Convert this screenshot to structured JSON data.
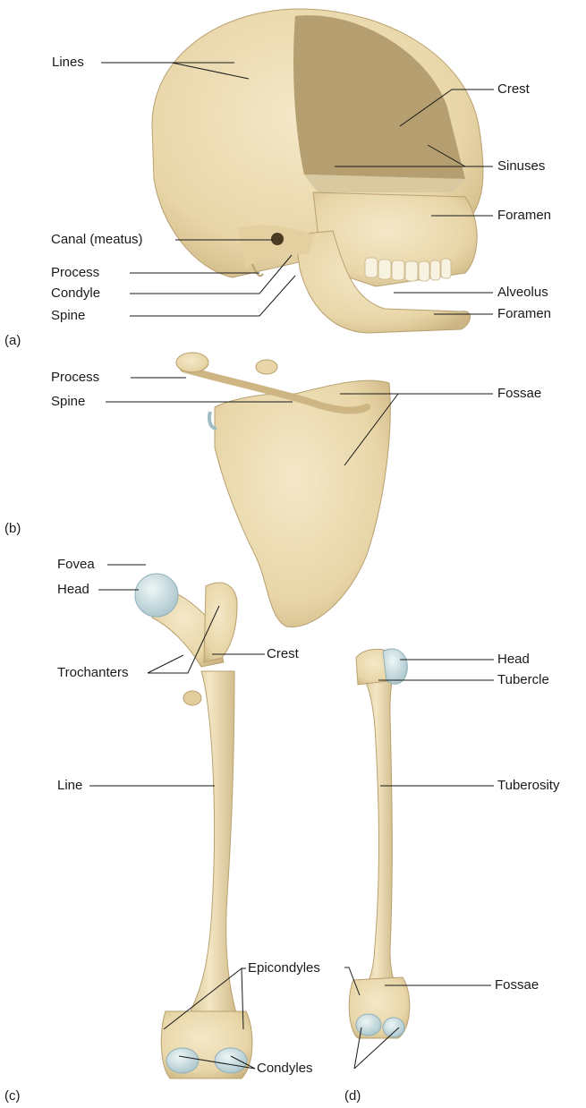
{
  "figure": {
    "skull": {
      "panel_label": "(a)",
      "lines": "Lines",
      "crest": "Crest",
      "sinuses": "Sinuses",
      "foramen_upper": "Foramen",
      "canal": "Canal (meatus)",
      "process": "Process",
      "condyle": "Condyle",
      "spine": "Spine",
      "alveolus": "Alveolus",
      "foramen_lower": "Foramen"
    },
    "scapula": {
      "panel_label": "(b)",
      "process": "Process",
      "spine": "Spine",
      "fossae": "Fossae"
    },
    "femur": {
      "panel_label": "(c)",
      "fovea": "Fovea",
      "head": "Head",
      "trochanters": "Trochanters",
      "crest": "Crest",
      "line": "Line",
      "epicondyles": "Epicondyles",
      "condyles": "Condyles"
    },
    "humerus": {
      "panel_label": "(d)",
      "head": "Head",
      "tubercle": "Tubercle",
      "tuberosity": "Tuberosity",
      "fossae": "Fossae"
    }
  },
  "colors": {
    "bone": "#ecdcb4",
    "bone_shade": "#d8c393",
    "bone_dark": "#b9a070",
    "cartilage": "#c9dce0",
    "cavity": "#b59f70",
    "leader_line": "#1a1a1a"
  }
}
